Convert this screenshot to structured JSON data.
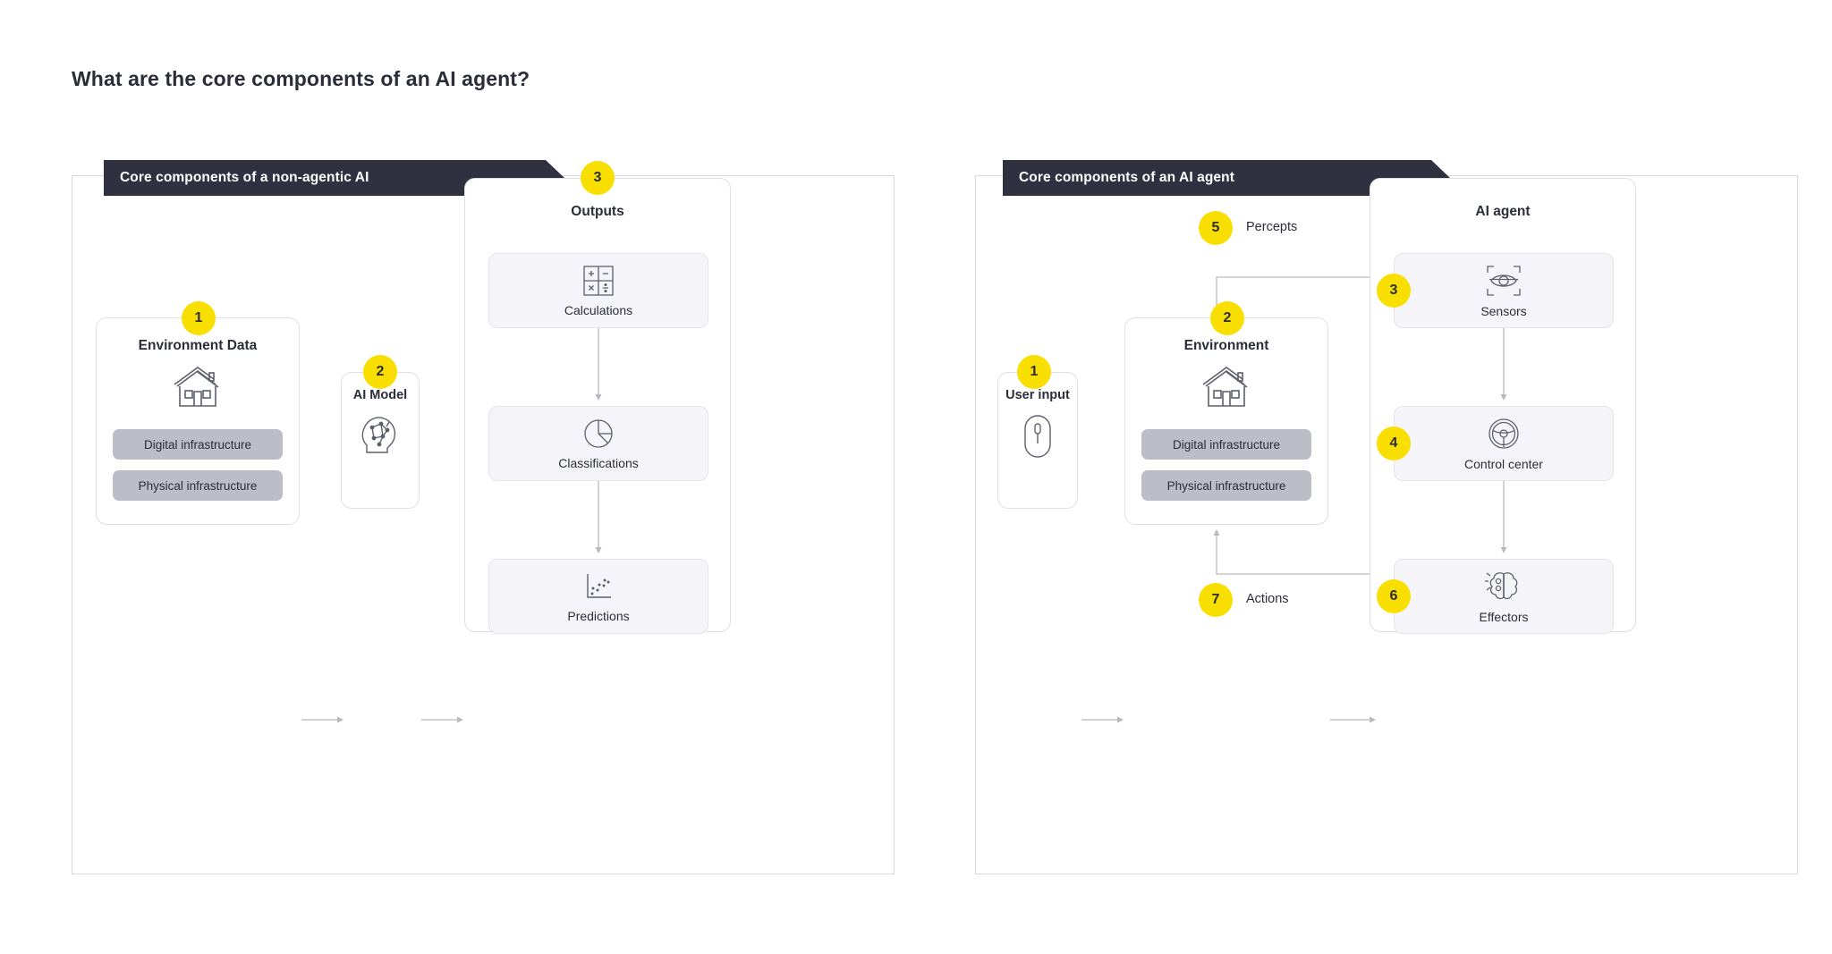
{
  "page": {
    "title": "What are the core components of an AI agent?",
    "accent_yellow": "#F9DF00",
    "banner_dark": "#2f3140",
    "pill_gray": "#bcbdc6",
    "subcard_fill": "#f5f5f9"
  },
  "left_panel": {
    "banner": "Core components of a non-agentic AI",
    "environment_data": {
      "badge": "1",
      "title": "Environment Data",
      "icon": "house-icon",
      "pills": [
        "Digital infrastructure",
        "Physical infrastructure"
      ]
    },
    "ai_model": {
      "badge": "2",
      "title": "AI Model",
      "icon": "head-circuit-icon"
    },
    "outputs": {
      "badge": "3",
      "title": "Outputs",
      "items": [
        {
          "label": "Calculations",
          "icon": "calculator-grid-icon"
        },
        {
          "label": "Classifications",
          "icon": "pie-chart-icon"
        },
        {
          "label": "Predictions",
          "icon": "scatter-plot-icon"
        }
      ]
    }
  },
  "right_panel": {
    "banner": "Core components of an AI agent",
    "user_input": {
      "badge": "1",
      "title": "User input",
      "icon": "mouse-icon"
    },
    "environment": {
      "badge": "2",
      "title": "Environment",
      "icon": "house-icon",
      "pills": [
        "Digital infrastructure",
        "Physical infrastructure"
      ]
    },
    "ai_agent": {
      "title": "AI agent",
      "items": [
        {
          "badge": "3",
          "label": "Sensors",
          "icon": "eye-scan-icon"
        },
        {
          "badge": "4",
          "label": "Control center",
          "icon": "steering-wheel-icon"
        },
        {
          "badge": "6",
          "label": "Effectors",
          "icon": "brain-gears-icon"
        }
      ]
    },
    "flows": [
      {
        "badge": "5",
        "label": "Percepts"
      },
      {
        "badge": "7",
        "label": "Actions"
      }
    ]
  }
}
